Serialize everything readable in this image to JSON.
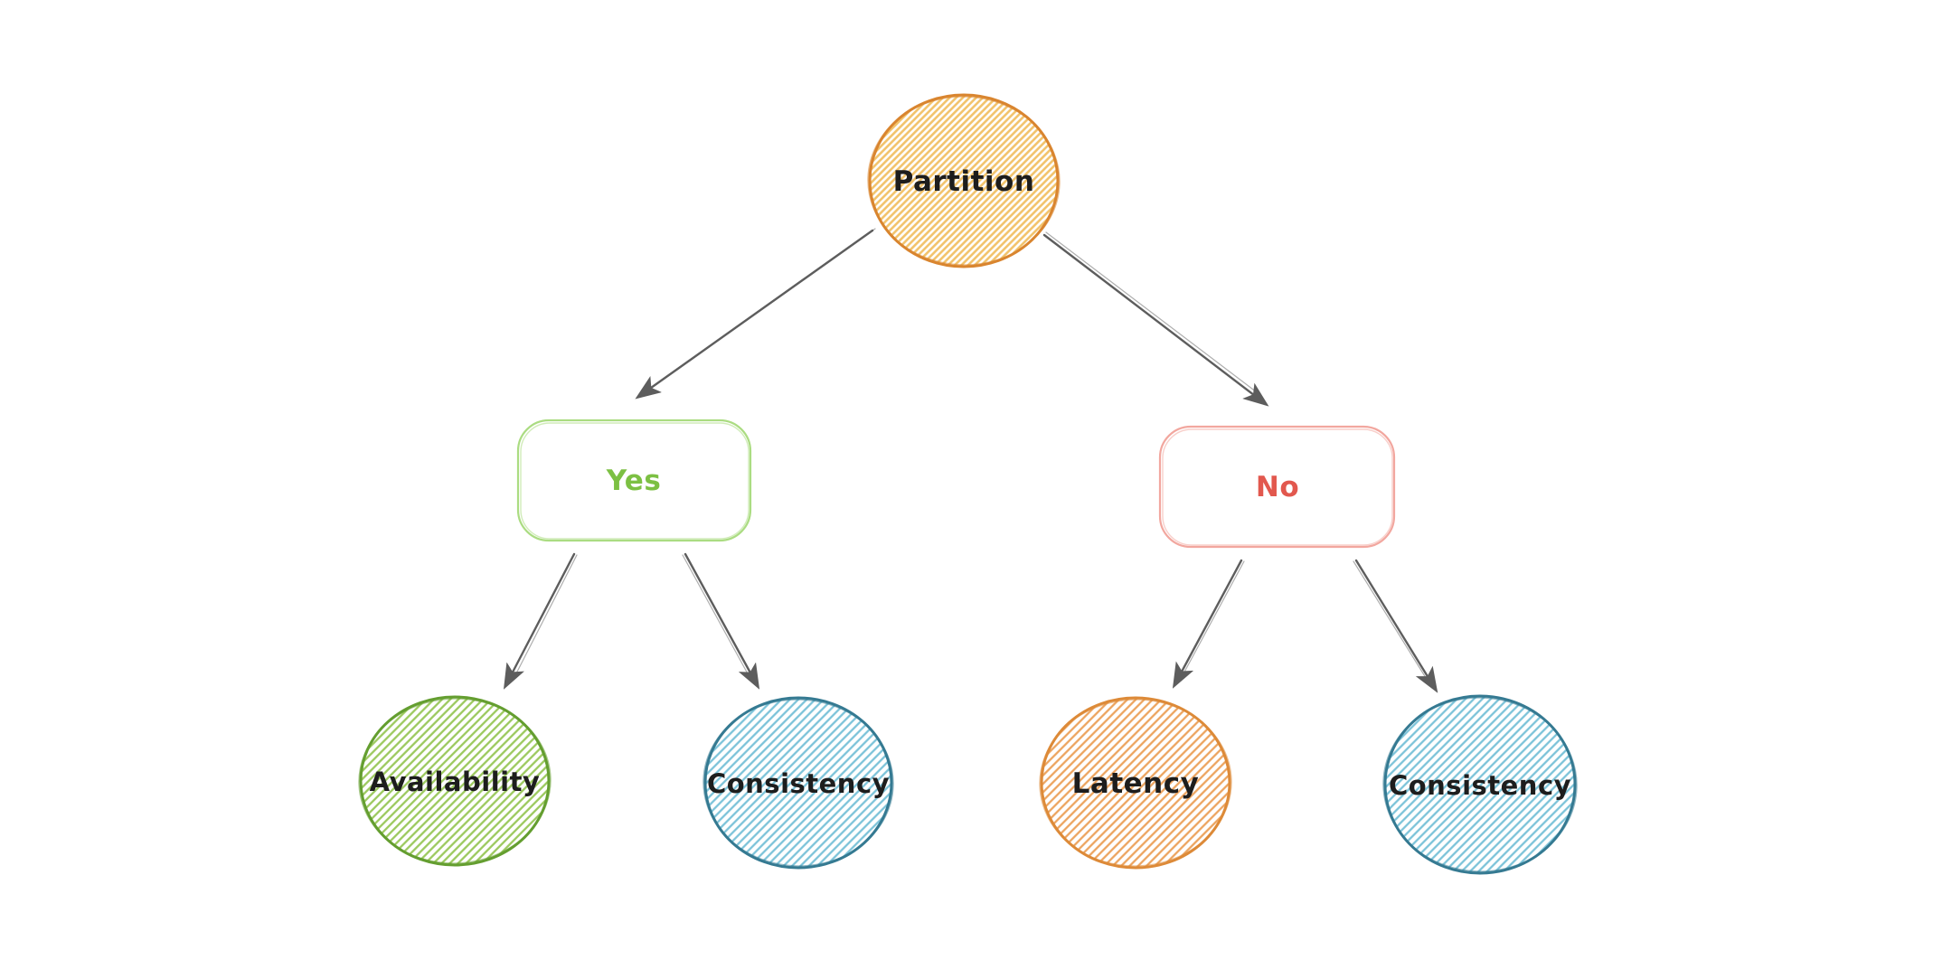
{
  "canvas": {
    "background": "#ffffff"
  },
  "colors": {
    "arrow": "#5d5d5d",
    "node_text": "#1d1d1d"
  },
  "nodes": {
    "partition": {
      "label": "Partition",
      "stroke": "#d9852f",
      "hatch": "#f2c36b"
    },
    "yes": {
      "label": "Yes",
      "stroke": "#abdc82",
      "text": "#7cc043"
    },
    "no": {
      "label": "No",
      "stroke": "#f2a79f",
      "text": "#e2584e"
    },
    "availability": {
      "label": "Availability",
      "stroke": "#649e30",
      "hatch": "#9cc95e"
    },
    "consistency_left": {
      "label": "Consistency",
      "stroke": "#357a92",
      "hatch": "#7cc3d9"
    },
    "latency": {
      "label": "Latency",
      "stroke": "#dd8a38",
      "hatch": "#eca45f"
    },
    "consistency_right": {
      "label": "Consistency",
      "stroke": "#357a92",
      "hatch": "#7cc3d9"
    }
  },
  "edges": [
    {
      "from": "Partition",
      "to": "Yes"
    },
    {
      "from": "Partition",
      "to": "No"
    },
    {
      "from": "Yes",
      "to": "Availability"
    },
    {
      "from": "Yes",
      "to": "Consistency"
    },
    {
      "from": "No",
      "to": "Latency"
    },
    {
      "from": "No",
      "to": "Consistency"
    }
  ]
}
